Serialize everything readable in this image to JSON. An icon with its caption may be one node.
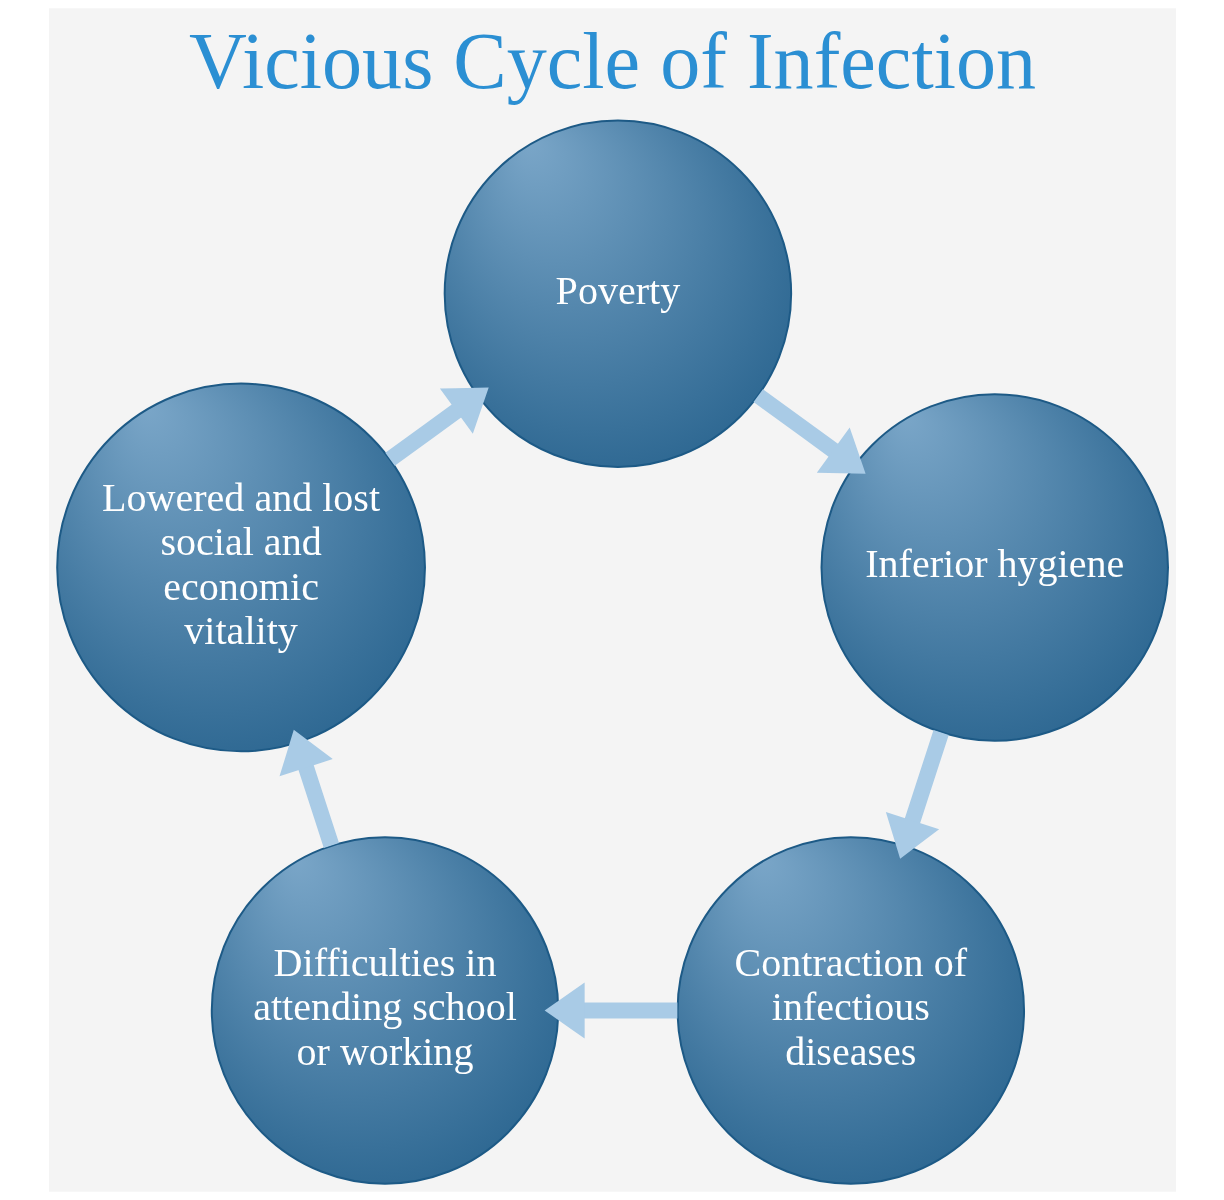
{
  "diagram": {
    "title": "Vicious Cycle of Infection",
    "nodes": [
      {
        "text": [
          "Poverty"
        ]
      },
      {
        "text": [
          "Inferior hygiene"
        ]
      },
      {
        "text": [
          "Contraction of infectious diseases"
        ]
      },
      {
        "text": [
          "Difficulties in attending school or working"
        ]
      },
      {
        "text": [
          "Lowered and lost social and economic vitality"
        ]
      }
    ],
    "edges": [
      {
        "from": 0,
        "to": 1,
        "arrow": "to"
      },
      {
        "from": 1,
        "to": 2,
        "arrow": "to"
      },
      {
        "from": 2,
        "to": 3,
        "arrow": "to"
      },
      {
        "from": 3,
        "to": 4,
        "arrow": "to"
      },
      {
        "from": 4,
        "to": 0,
        "arrow": "to"
      }
    ]
  }
}
